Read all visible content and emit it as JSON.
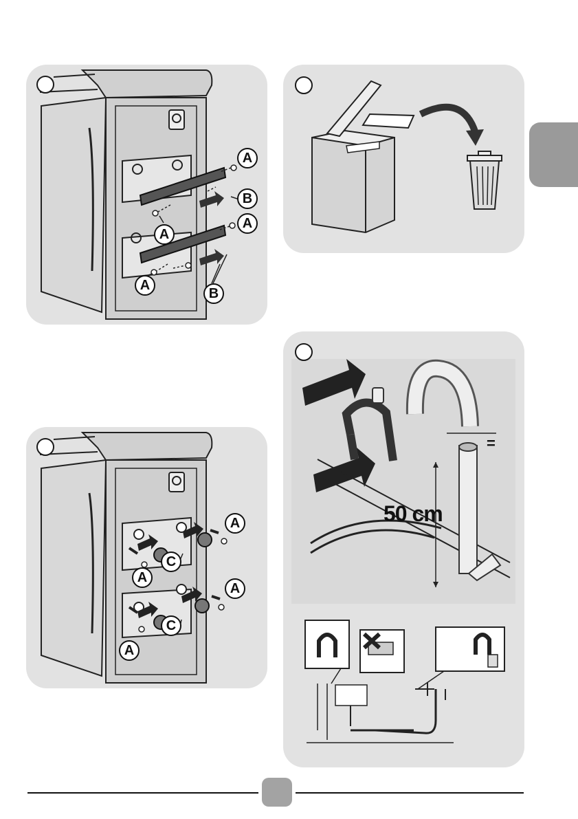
{
  "figure1": {
    "callouts": [
      "A",
      "A",
      "A",
      "A",
      "B",
      "B"
    ]
  },
  "figure2": {},
  "figure3": {
    "callouts": [
      "A",
      "A",
      "A",
      "A",
      "C",
      "C"
    ]
  },
  "figure4": {
    "height_label": "50 cm",
    "equal_sign": "="
  },
  "colors": {
    "panel": "#e2e2e2",
    "side_tab": "#9a9a9a",
    "page_badge": "#a3a3a3"
  }
}
